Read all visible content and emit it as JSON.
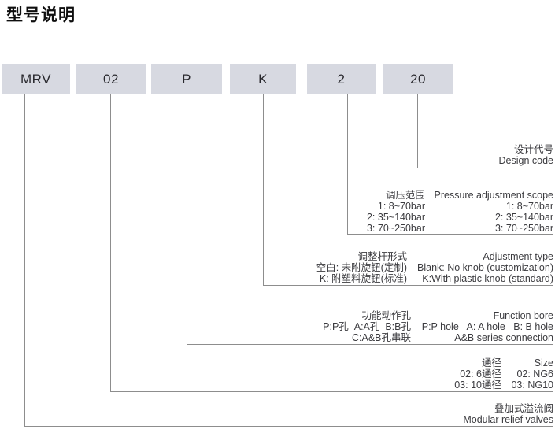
{
  "title": "型号说明",
  "model_code": {
    "boxes": [
      {
        "label": "MRV"
      },
      {
        "label": "02"
      },
      {
        "label": "P"
      },
      {
        "label": "K"
      },
      {
        "label": "2"
      },
      {
        "label": "20"
      }
    ]
  },
  "colors": {
    "box_fill": "#d7d9e1",
    "line": "#8d8d8d",
    "text": "#3b3b3f"
  },
  "sections": {
    "design_code": {
      "cn": "设计代号",
      "en": "Design code"
    },
    "pressure": {
      "header_cn": "调压范围",
      "header_en": "Pressure adjustment scope",
      "rows": [
        {
          "cn": "1: 8~70bar",
          "en": "1: 8~70bar"
        },
        {
          "cn": "2: 35~140bar",
          "en": "2: 35~140bar"
        },
        {
          "cn": "3: 70~250bar",
          "en": "3: 70~250bar"
        }
      ]
    },
    "adjustment": {
      "header_cn": "调整杆形式",
      "header_en": "Adjustment type",
      "rows": [
        {
          "cn": "空白: 未附旋钮(定制)",
          "en": "Blank: No knob (customization)"
        },
        {
          "cn": "K: 附塑料旋钮(标准)",
          "en": "K:With plastic knob (standard)"
        }
      ]
    },
    "function_bore": {
      "header_cn": "功能动作孔",
      "header_en": "Function bore",
      "rows": [
        {
          "cn": "P:P孔  A:A孔  B:B孔",
          "en": "P:P hole   A: A hole   B: B hole"
        },
        {
          "cn": "C:A&B孔串联",
          "en": "A&B series connection"
        }
      ]
    },
    "size": {
      "header_cn": "通径",
      "header_en": "Size",
      "rows": [
        {
          "cn": "02: 6通径",
          "en": "02: NG6"
        },
        {
          "cn": "03: 10通径",
          "en": "03: NG10"
        }
      ]
    },
    "product": {
      "cn": "叠加式溢流阀",
      "en": "Modular relief valves"
    }
  }
}
